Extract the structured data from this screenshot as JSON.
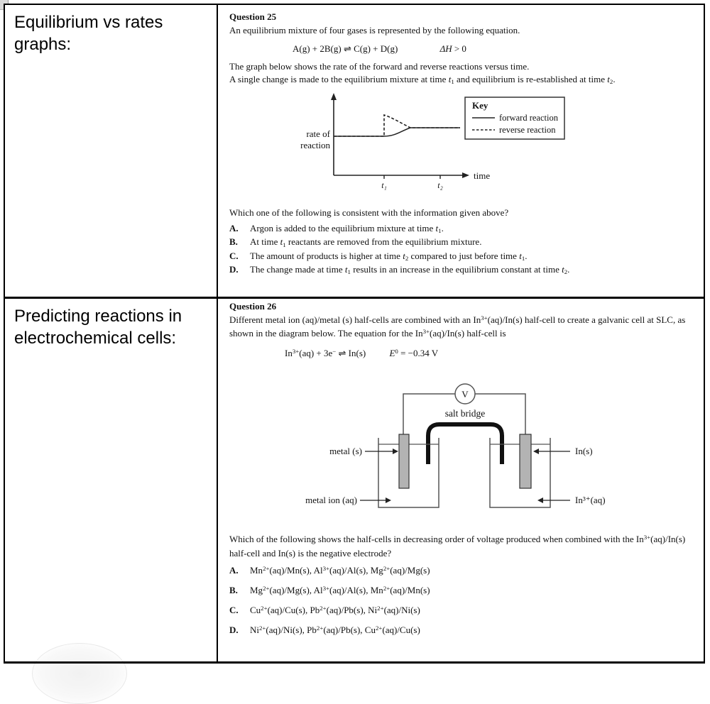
{
  "left_column": {
    "row1_label": "Equilibrium vs rates graphs:",
    "row2_label": "Predicting reactions in electrochemical cells:"
  },
  "q25": {
    "title": "Question 25",
    "intro": "An equilibrium mixture of four gases is represented by the following equation.",
    "equation_html": "A(g) + 2B(g) ⇌ C(g) + D(g)",
    "condition_html": "<i>ΔH</i> > 0",
    "graph_line1": "The graph below shows the rate of the forward and reverse reactions versus time.",
    "graph_line2_html": "A single change is made to the equilibrium mixture at time <i>t</i><sub>1</sub> and equilibrium is re-established at time <i>t</i><sub>2</sub>.",
    "stem": "Which one of the following is consistent with the information given above?",
    "options": [
      {
        "letter": "A.",
        "html": "Argon is added to the equilibrium mixture at time <i>t</i><sub>1</sub>."
      },
      {
        "letter": "B.",
        "html": "At time <i>t</i><sub>1</sub> reactants are removed from the equilibrium mixture."
      },
      {
        "letter": "C.",
        "html": "The amount of products is higher at time <i>t</i><sub>2</sub> compared to just before time <i>t</i><sub>1</sub>."
      },
      {
        "letter": "D.",
        "html": "The change made at time <i>t</i><sub>1</sub> results in an increase in the equilibrium constant at time <i>t</i><sub>2</sub>."
      }
    ]
  },
  "q25_graph": {
    "ylabel_line1": "rate of",
    "ylabel_line2": "reaction",
    "xlabel": "time",
    "tick_t1": "t₁",
    "tick_t2": "t₂",
    "key_title": "Key",
    "key_forward": "forward reaction",
    "key_reverse": "reverse reaction"
  },
  "chart_data": {
    "type": "line",
    "title": "Rate of forward and reverse reactions versus time",
    "xlabel": "time",
    "ylabel": "rate of reaction",
    "x_ticks": [
      "t1",
      "t2"
    ],
    "axis_note": "qualitative sketch, no numeric scales shown; values below are relative units",
    "legend_position": "upper right (boxed Key)",
    "grid": false,
    "series": [
      {
        "name": "forward reaction",
        "style": "solid",
        "x": [
          0,
          4,
          4.4,
          5.0,
          5.8,
          10
        ],
        "y": [
          1.0,
          1.0,
          1.07,
          1.18,
          1.25,
          1.25
        ]
      },
      {
        "name": "reverse reaction",
        "style": "dashed",
        "x": [
          0,
          4,
          4.001,
          4.5,
          5.2,
          5.8,
          10
        ],
        "y": [
          1.0,
          1.0,
          1.6,
          1.44,
          1.31,
          1.25,
          1.25
        ]
      }
    ],
    "events": [
      {
        "x": "t1",
        "description": "single change made to equilibrium mixture; reverse rate jumps up"
      },
      {
        "x": "t2",
        "description": "equilibrium re-established; both rates equal at higher level"
      }
    ]
  },
  "q26": {
    "title": "Question 26",
    "intro_html": "Different metal ion (aq)/metal (s) half-cells are combined with an In<sup>3+</sup>(aq)/In(s) half-cell to create a galvanic cell at SLC, as shown in the diagram below. The equation for the In<sup>3+</sup>(aq)/In(s) half-cell is",
    "equation_html": "In<sup>3+</sup>(aq) + 3e<sup>−</sup> ⇌ In(s)",
    "condition_html": "<i>E</i><sup>0</sup> = −0.34 V",
    "stem_html": "Which of the following shows the half-cells in decreasing order of voltage produced when combined with the In<sup>3+</sup>(aq)/In(s) half-cell and In(s) is the negative electrode?",
    "options": [
      {
        "letter": "A.",
        "html": "Mn<sup>2+</sup>(aq)/Mn(s), Al<sup>3+</sup>(aq)/Al(s), Mg<sup>2+</sup>(aq)/Mg(s)"
      },
      {
        "letter": "B.",
        "html": "Mg<sup>2+</sup>(aq)/Mg(s), Al<sup>3+</sup>(aq)/Al(s), Mn<sup>2+</sup>(aq)/Mn(s)"
      },
      {
        "letter": "C.",
        "html": "Cu<sup>2+</sup>(aq)/Cu(s), Pb<sup>2+</sup>(aq)/Pb(s), Ni<sup>2+</sup>(aq)/Ni(s)"
      },
      {
        "letter": "D.",
        "html": "Ni<sup>2+</sup>(aq)/Ni(s), Pb<sup>2+</sup>(aq)/Pb(s), Cu<sup>2+</sup>(aq)/Cu(s)"
      }
    ]
  },
  "q26_diagram": {
    "voltmeter_label": "V",
    "salt_bridge_label": "salt bridge",
    "left_electrode_label": "metal (s)",
    "left_solution_label": "metal ion (aq)",
    "right_electrode_label": "In(s)",
    "right_solution_label": "In³⁺(aq)"
  },
  "colors": {
    "text": "#111111",
    "table_border": "#000000",
    "diagram_line": "#555555",
    "electrode_fill": "#b3b3b3",
    "salt_bridge": "#111111"
  }
}
